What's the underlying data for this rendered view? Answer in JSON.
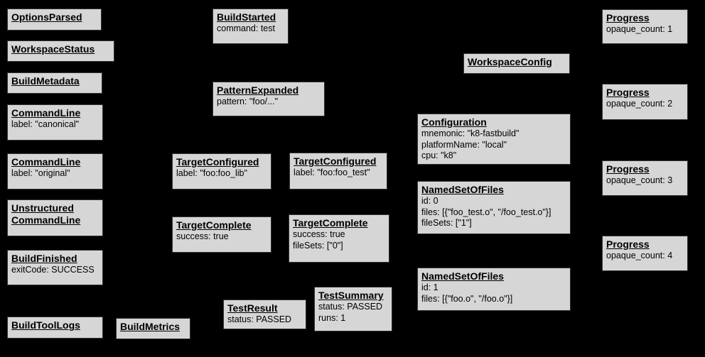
{
  "canvas": {
    "background_color": "#000000",
    "node_fill_color": "#d6d6d6",
    "node_border_color": "#333333",
    "node_text_color": "#000000"
  },
  "nodes": [
    {
      "id": "options-parsed",
      "title": "OptionsParsed",
      "lines": []
    },
    {
      "id": "workspace-status",
      "title": "WorkspaceStatus",
      "lines": []
    },
    {
      "id": "build-metadata",
      "title": "BuildMetadata",
      "lines": []
    },
    {
      "id": "command-line-canonical",
      "title": "CommandLine",
      "lines": [
        "label: \"canonical\""
      ]
    },
    {
      "id": "command-line-original",
      "title": "CommandLine",
      "lines": [
        "label: \"original\""
      ]
    },
    {
      "id": "unstructured-command-line",
      "title": "Unstructured CommandLine",
      "lines": []
    },
    {
      "id": "build-finished",
      "title": "BuildFinished",
      "lines": [
        "exitCode: SUCCESS"
      ]
    },
    {
      "id": "build-tool-logs",
      "title": "BuildToolLogs",
      "lines": []
    },
    {
      "id": "build-metrics",
      "title": "BuildMetrics",
      "lines": []
    },
    {
      "id": "build-started",
      "title": "BuildStarted",
      "lines": [
        "command: test"
      ]
    },
    {
      "id": "pattern-expanded",
      "title": "PatternExpanded",
      "lines": [
        "pattern: \"foo/...\""
      ]
    },
    {
      "id": "target-configured-lib",
      "title": "TargetConfigured",
      "lines": [
        "label: \"foo:foo_lib\""
      ]
    },
    {
      "id": "target-configured-test",
      "title": "TargetConfigured",
      "lines": [
        "label: \"foo:foo_test\""
      ]
    },
    {
      "id": "target-complete-lib",
      "title": "TargetComplete",
      "lines": [
        "success: true"
      ]
    },
    {
      "id": "target-complete-test",
      "title": "TargetComplete",
      "lines": [
        "success: true",
        "fileSets: [\"0\"]"
      ]
    },
    {
      "id": "test-result",
      "title": "TestResult",
      "lines": [
        "status: PASSED"
      ]
    },
    {
      "id": "test-summary",
      "title": "TestSummary",
      "lines": [
        "status: PASSED",
        "runs: 1"
      ]
    },
    {
      "id": "workspace-config",
      "title": "WorkspaceConfig",
      "lines": []
    },
    {
      "id": "configuration",
      "title": "Configuration",
      "lines": [
        "mnemonic: \"k8-fastbuild\"",
        "platformName: \"local\"",
        "cpu: \"k8\""
      ]
    },
    {
      "id": "named-set-of-files-0",
      "title": "NamedSetOfFiles",
      "lines": [
        "id: 0",
        "files: [{\"foo_test.o\", \"/foo_test.o\"}]",
        "fileSets: [\"1\"]"
      ]
    },
    {
      "id": "named-set-of-files-1",
      "title": "NamedSetOfFiles",
      "lines": [
        "id: 1",
        "files: [{\"foo.o\", \"/foo.o\"}]"
      ]
    },
    {
      "id": "progress-1",
      "title": "Progress",
      "lines": [
        "opaque_count: 1"
      ]
    },
    {
      "id": "progress-2",
      "title": "Progress",
      "lines": [
        "opaque_count: 2"
      ]
    },
    {
      "id": "progress-3",
      "title": "Progress",
      "lines": [
        "opaque_count: 3"
      ]
    },
    {
      "id": "progress-4",
      "title": "Progress",
      "lines": [
        "opaque_count: 4"
      ]
    }
  ]
}
